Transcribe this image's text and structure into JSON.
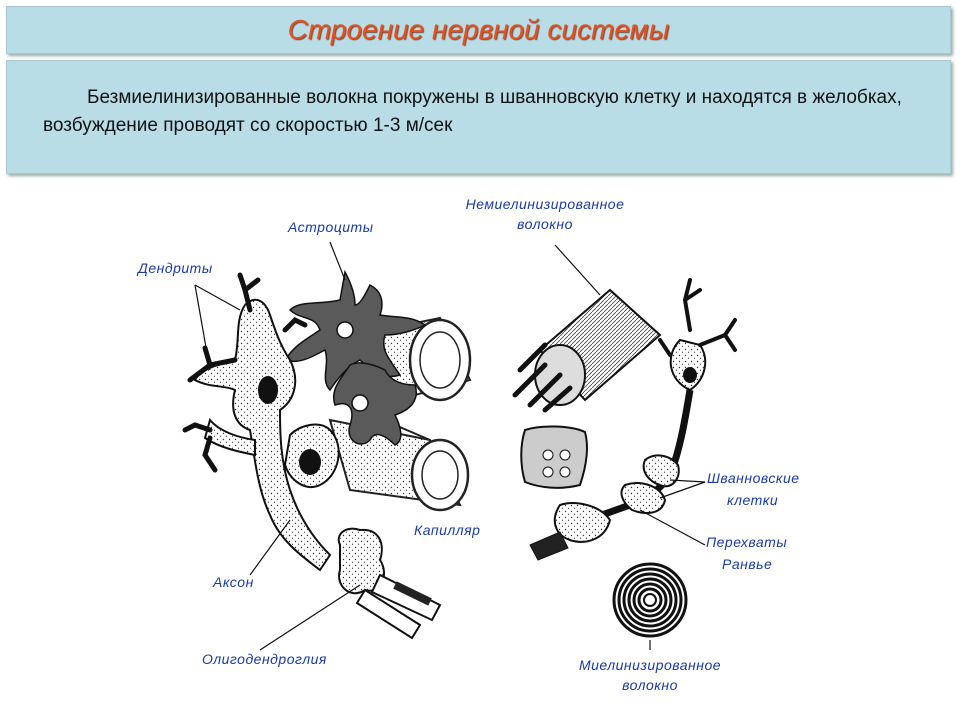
{
  "slide": {
    "title": "Строение нервной системы",
    "text": "Безмиелинизированные волокна покружены в шванновскую клетку и находятся в желобках, возбуждение проводят со скоростью 1-3 м/сек"
  },
  "labels": {
    "dendrites": "Дендриты",
    "astrocytes": "Астроциты",
    "unmyelinated_1": "Немиелинизированное",
    "unmyelinated_2": "волокно",
    "schwann_1": "Шванновские",
    "schwann_2": "клетки",
    "capillary": "Капилляр",
    "ranvier_1": "Перехваты",
    "ranvier_2": "Ранвье",
    "axon": "Аксон",
    "oligo": "Олигодендроглия",
    "myelinated_1": "Миелинизированное",
    "myelinated_2": "волокно"
  }
}
